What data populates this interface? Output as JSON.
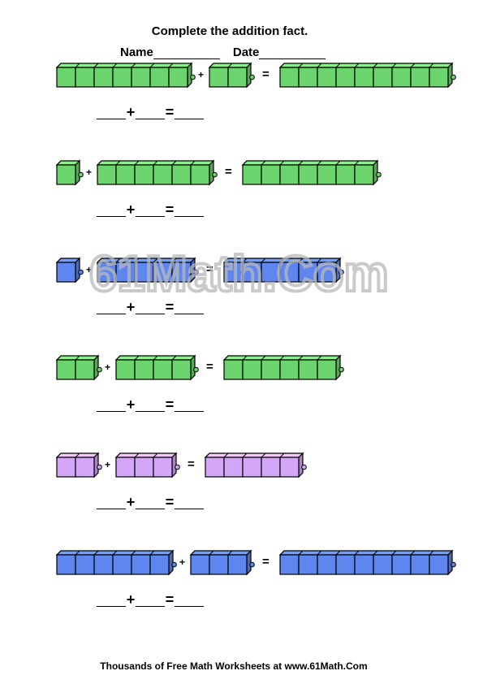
{
  "title": "Complete the addition fact.",
  "name_label": "Name",
  "date_label": "Date",
  "plus": "+",
  "equals": "=",
  "watermark": "61Math.Com",
  "colors": {
    "green": "#6cd46c",
    "blue": "#5f86ee",
    "purple": "#d3a6f7",
    "outline": "#000000"
  },
  "problems": [
    {
      "color": "green",
      "a": 7,
      "b": 2,
      "sum": 9
    },
    {
      "color": "green",
      "a": 1,
      "b": 6,
      "sum": 7
    },
    {
      "color": "blue",
      "a": 1,
      "b": 5,
      "sum": 6
    },
    {
      "color": "green",
      "a": 2,
      "b": 4,
      "sum": 6
    },
    {
      "color": "purple",
      "a": 2,
      "b": 3,
      "sum": 5
    },
    {
      "color": "blue",
      "a": 6,
      "b": 3,
      "sum": 9
    }
  ],
  "footer": "Thousands of Free Math Worksheets at www.61Math.Com"
}
